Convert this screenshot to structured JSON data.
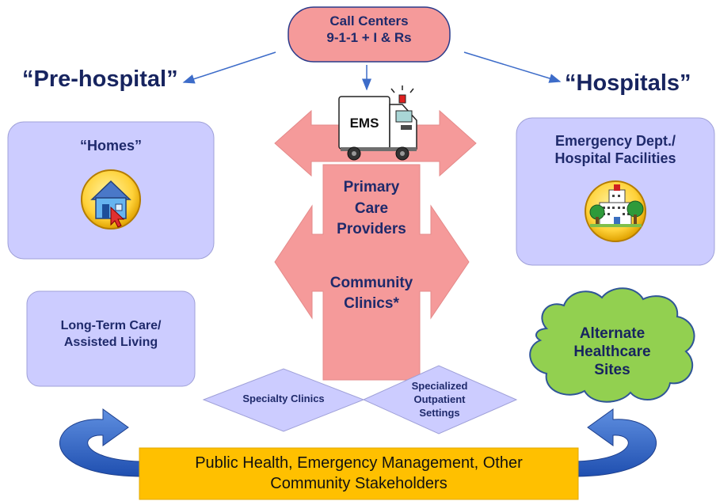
{
  "call_center": {
    "line1": "Call Centers",
    "line2": "9-1-1 + I & Rs"
  },
  "prehospital_label": "“Pre-hospital”",
  "hospitals_label": "“Hospitals”",
  "homes": {
    "title": "“Homes”"
  },
  "ems_label": "EMS",
  "primary_care": {
    "line1": "Primary",
    "line2": "Care",
    "line3": "Providers"
  },
  "community_clinics": {
    "line1": "Community",
    "line2": "Clinics*"
  },
  "hospital_facilities": {
    "line1": "Emergency Dept./",
    "line2": "Hospital Facilities"
  },
  "long_term_care": {
    "line1": "Long-Term Care/",
    "line2": "Assisted Living"
  },
  "alternate_sites": {
    "line1": "Alternate",
    "line2": "Healthcare",
    "line3": "Sites"
  },
  "specialty_clinics": "Specialty Clinics",
  "specialized_outpatient": {
    "line1": "Specialized",
    "line2": "Outpatient",
    "line3": "Settings"
  },
  "stakeholders": {
    "line1": "Public Health, Emergency Management, Other",
    "line2": "Community Stakeholders"
  },
  "colors": {
    "pink": "#f59a9a",
    "lavender": "#ccccff",
    "green": "#92d050",
    "gold": "#ffc000",
    "navy": "#1f2a6b",
    "blue_arrow": "#2e62c9"
  },
  "icons": [
    "house-icon",
    "ambulance-icon",
    "hospital-icon"
  ]
}
